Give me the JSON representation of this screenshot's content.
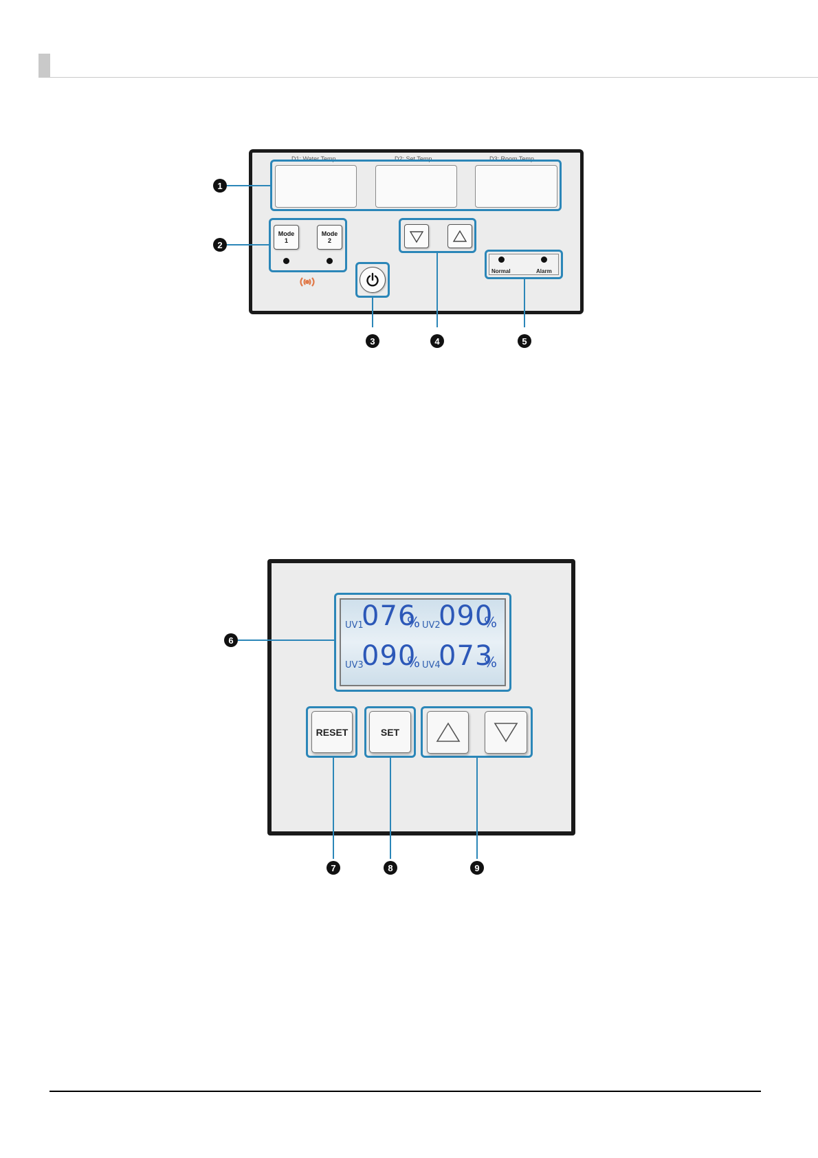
{
  "panel1": {
    "display_labels": [
      "D1: Water Temp.",
      "D2: Set Temp.",
      "D3: Room Temp."
    ],
    "mode1_label": "Mode\n1",
    "mode2_label": "Mode\n2",
    "led_normal_label": "Normal",
    "led_alarm_label": "Alarm",
    "callouts": [
      "1",
      "2",
      "3",
      "4",
      "5"
    ]
  },
  "panel2": {
    "lcd": [
      {
        "tag": "UV1",
        "value": "076",
        "unit": "%"
      },
      {
        "tag": "UV2",
        "value": "090",
        "unit": "%"
      },
      {
        "tag": "UV3",
        "value": "090",
        "unit": "%"
      },
      {
        "tag": "UV4",
        "value": "073",
        "unit": "%"
      }
    ],
    "reset_label": "RESET",
    "set_label": "SET",
    "callouts": [
      "6",
      "7",
      "8",
      "9"
    ]
  },
  "icons": {
    "power": "power-icon",
    "down": "triangle-down-icon",
    "up": "triangle-up-icon",
    "buzzer": "buzzer-icon"
  },
  "colors": {
    "highlight": "#2b86b8",
    "lcd_text": "#2c58b8"
  }
}
